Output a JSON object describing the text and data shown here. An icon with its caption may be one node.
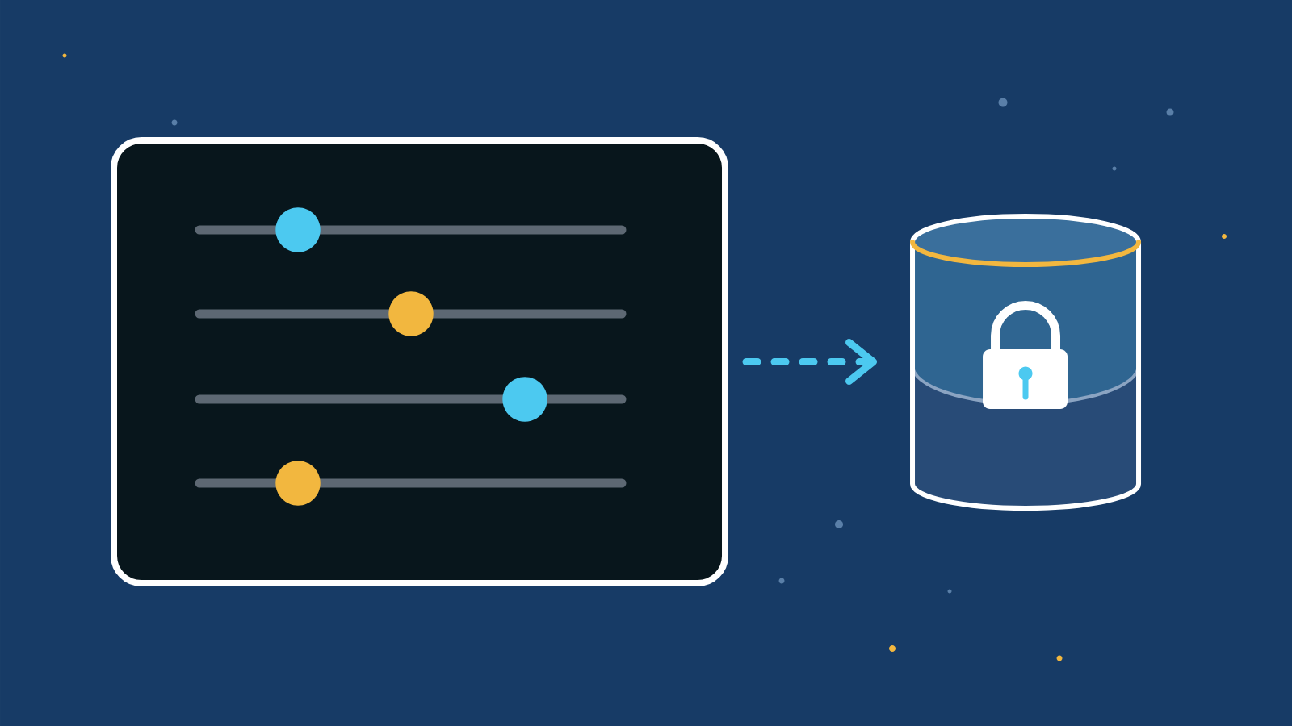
{
  "diagram": {
    "nodes": [
      {
        "text": [],
        "shape": "box"
      },
      {
        "text": [],
        "shape": "cylinder"
      }
    ],
    "edges": [
      {
        "from": 0,
        "to": 1,
        "arrow": "to",
        "style": "dashed"
      }
    ]
  }
}
